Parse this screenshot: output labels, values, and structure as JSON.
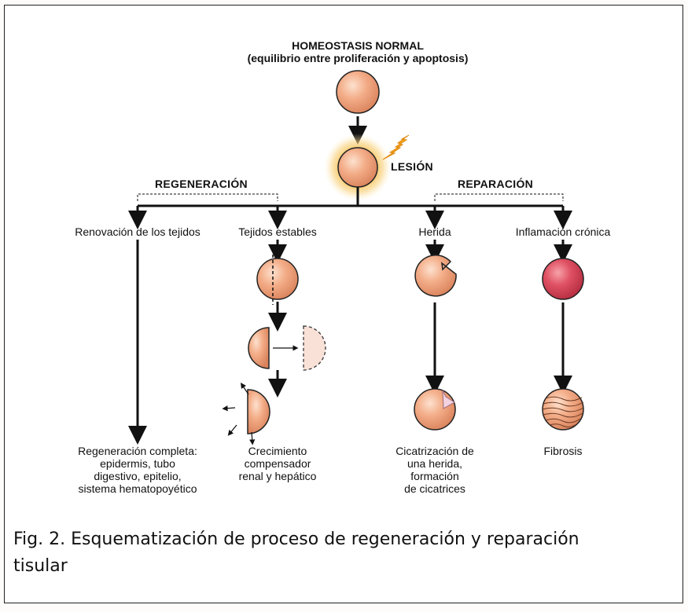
{
  "diagram": {
    "top": {
      "line1": "HOMEOSTASIS NORMAL",
      "line2": "(equilibrio entre proliferación y apoptosis)"
    },
    "lesion_label": "LESIÓN",
    "regeneracion_label": "REGENERACIÓN",
    "reparacion_label": "REPARACIÓN",
    "branches": {
      "renovacion": "Renovación de los tejidos",
      "estables": "Tejidos estables",
      "herida": "Herida",
      "inflamacion": "Inflamación crónica"
    },
    "outcomes": {
      "regeneracion_completa": [
        "Regeneración completa:",
        "epidermis, tubo",
        "digestivo, epitelio,",
        "sistema hematopoyético"
      ],
      "crecimiento": [
        "Crecimiento",
        "compensador",
        "renal y hepático"
      ],
      "cicatrizacion": [
        "Cicatrización de",
        "una herida,",
        "formación",
        "de cicatrices"
      ],
      "fibrosis": [
        "Fibrosis"
      ]
    },
    "colors": {
      "cell": "#f0a47f",
      "cell_inflamed": "#d9485a",
      "glow": "#f7c45a",
      "lightning": "#f3a21b",
      "excised": "#f9e1d8"
    }
  },
  "caption": {
    "line1": "Fig. 2. Esquematización de proceso de regeneración y reparación",
    "line2": "tisular"
  }
}
